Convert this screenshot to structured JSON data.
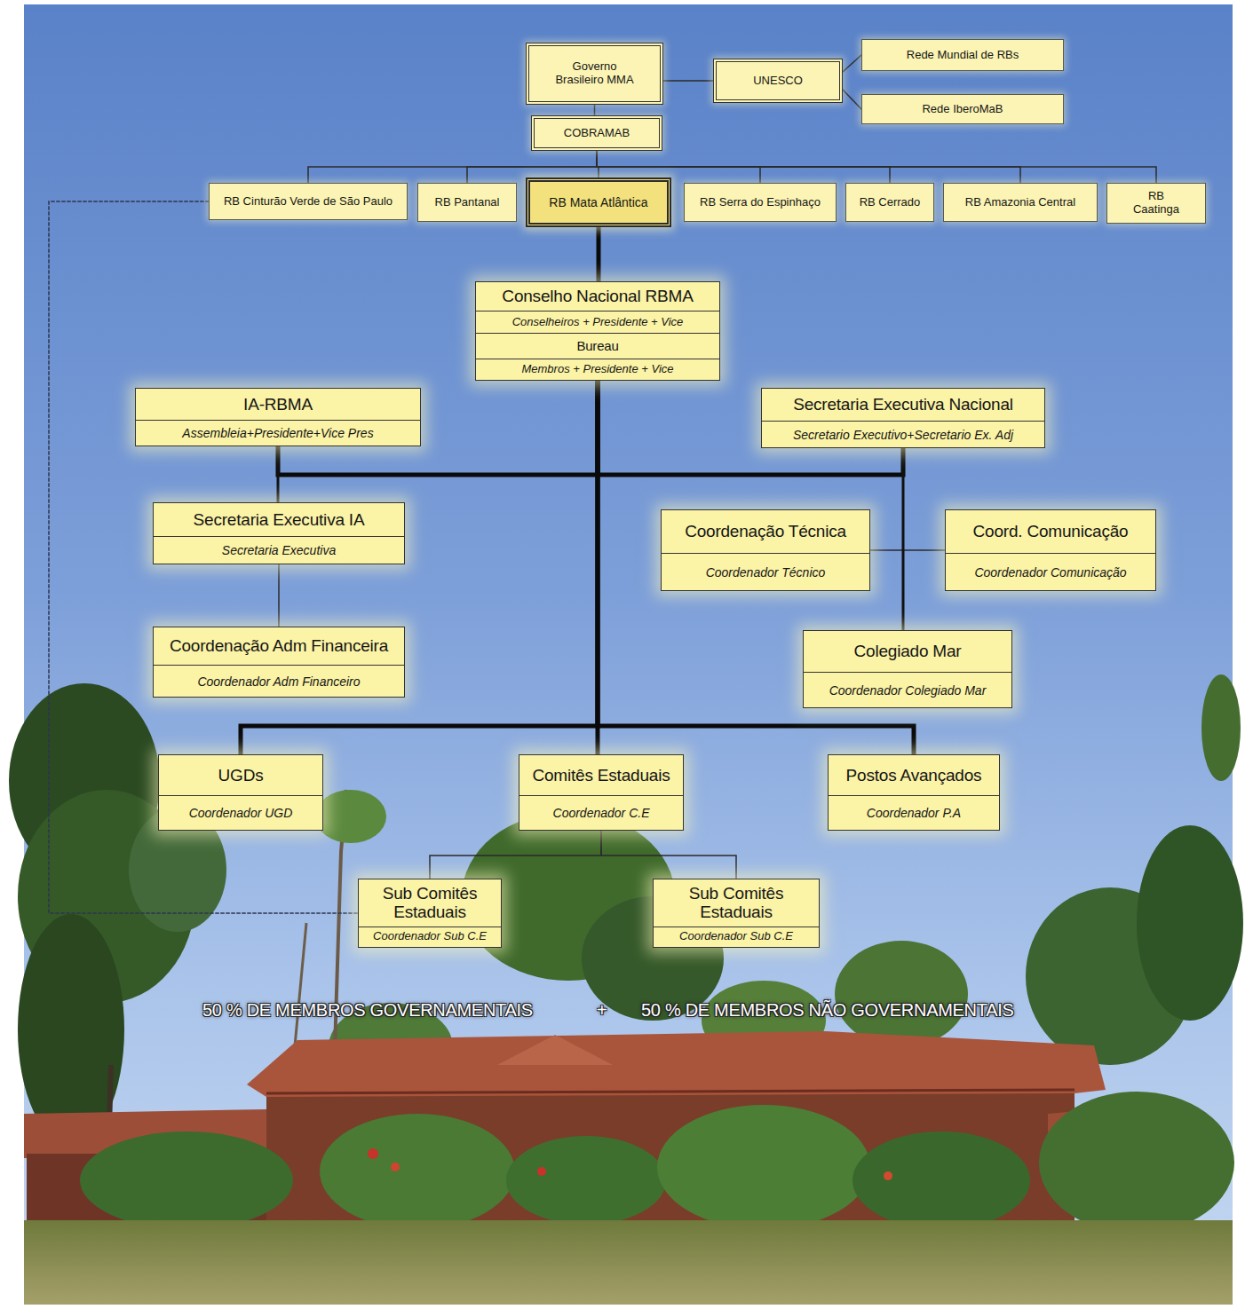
{
  "diagram": {
    "nodes": [
      {
        "text": [
          "Governo Brasileiro MMA"
        ]
      },
      {
        "text": [
          "UNESCO"
        ]
      },
      {
        "text": [
          "Rede Mundial de RBs"
        ]
      },
      {
        "text": [
          "Rede IberoMaB"
        ]
      },
      {
        "text": [
          "COBRAMAB"
        ]
      },
      {
        "text": [
          "RB Cinturão Verde de São Paulo"
        ]
      },
      {
        "text": [
          "RB Pantanal"
        ]
      },
      {
        "text": [
          "RB Mata Atlântica"
        ]
      },
      {
        "text": [
          "RB Serra do Espinhaço"
        ]
      },
      {
        "text": [
          "RB Cerrado"
        ]
      },
      {
        "text": [
          "RB Amazonia Central"
        ]
      },
      {
        "text": [
          "RB Caatinga"
        ]
      },
      {
        "text": [
          "Conselho Nacional RBMA",
          "Conselheiros + Presidente + Vice",
          "Bureau",
          "Membros + Presidente + Vice"
        ]
      },
      {
        "text": [
          "IA-RBMA",
          "Assembleia+Presidente+Vice Pres"
        ]
      },
      {
        "text": [
          "Secretaria Executiva Nacional",
          "Secretario Executivo+Secretario Ex. Adj"
        ]
      },
      {
        "text": [
          "Secretaria Executiva IA",
          "Secretaria Executiva"
        ]
      },
      {
        "text": [
          "Coordenação Técnica",
          "Coordenador Técnico"
        ]
      },
      {
        "text": [
          "Coord. Comunicação",
          "Coordenador Comunicação"
        ]
      },
      {
        "text": [
          "Coordenação Adm Financeira",
          "Coordenador Adm Financeiro"
        ]
      },
      {
        "text": [
          "Colegiado Mar",
          "Coordenador Colegiado Mar"
        ]
      },
      {
        "text": [
          "UGDs",
          "Coordenador UGD"
        ]
      },
      {
        "text": [
          "Comitês Estaduais",
          "Coordenador C.E"
        ]
      },
      {
        "text": [
          "Postos Avançados",
          "Coordenador P.A"
        ]
      },
      {
        "text": [
          "Sub Comitês Estaduais",
          "Coordenador Sub C.E"
        ]
      },
      {
        "text": [
          "Sub Comitês Estaduais",
          "Coordenador Sub C.E"
        ]
      }
    ],
    "edges": [
      {
        "from": 0,
        "to": 1,
        "arrow": "none"
      },
      {
        "from": 1,
        "to": 2,
        "arrow": "none"
      },
      {
        "from": 1,
        "to": 3,
        "arrow": "none"
      },
      {
        "from": 0,
        "to": 4,
        "arrow": "none"
      },
      {
        "from": 4,
        "to": 5,
        "arrow": "none"
      },
      {
        "from": 4,
        "to": 6,
        "arrow": "none"
      },
      {
        "from": 4,
        "to": 7,
        "arrow": "none"
      },
      {
        "from": 4,
        "to": 8,
        "arrow": "none"
      },
      {
        "from": 4,
        "to": 9,
        "arrow": "none"
      },
      {
        "from": 4,
        "to": 10,
        "arrow": "none"
      },
      {
        "from": 4,
        "to": 11,
        "arrow": "none"
      },
      {
        "from": 7,
        "to": 12,
        "arrow": "none"
      },
      {
        "from": 12,
        "to": 13,
        "arrow": "none"
      },
      {
        "from": 12,
        "to": 14,
        "arrow": "none"
      },
      {
        "from": 13,
        "to": 15,
        "arrow": "none"
      },
      {
        "from": 15,
        "to": 18,
        "arrow": "none"
      },
      {
        "from": 14,
        "to": 16,
        "arrow": "none"
      },
      {
        "from": 14,
        "to": 17,
        "arrow": "none"
      },
      {
        "from": 14,
        "to": 19,
        "arrow": "none"
      },
      {
        "from": 12,
        "to": 20,
        "arrow": "none"
      },
      {
        "from": 12,
        "to": 21,
        "arrow": "none"
      },
      {
        "from": 12,
        "to": 22,
        "arrow": "none"
      },
      {
        "from": 21,
        "to": 23,
        "arrow": "none"
      },
      {
        "from": 21,
        "to": 24,
        "arrow": "none"
      },
      {
        "from": 5,
        "to": 23,
        "arrow": "none"
      }
    ],
    "labels": [
      "50 % DE MEMBROS GOVERNAMENTAIS",
      "+",
      "50 % DE MEMBROS NÃO GOVERNAMENTAIS"
    ]
  }
}
